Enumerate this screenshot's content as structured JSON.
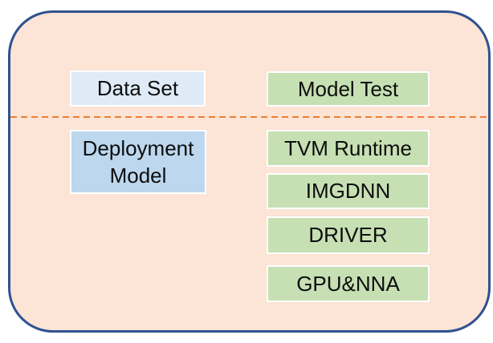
{
  "diagram": {
    "container": {
      "fill": "#fce4d6",
      "border_color": "#2f5190",
      "shape": "rounded-rectangle"
    },
    "divider": {
      "style": "dashed",
      "color": "#ed7d31",
      "orientation": "horizontal"
    },
    "top_row": {
      "data_set": {
        "label": "Data Set",
        "fill": "#deebf7"
      },
      "model_test": {
        "label": "Model Test",
        "fill": "#c6e0b4"
      }
    },
    "bottom_left": {
      "deployment_model": {
        "label": "Deployment Model",
        "fill": "#bdd7ee"
      }
    },
    "right_stack": [
      {
        "label": "TVM Runtime",
        "fill": "#c6e0b4"
      },
      {
        "label": "IMGDNN",
        "fill": "#c6e0b4"
      },
      {
        "label": "DRIVER",
        "fill": "#c6e0b4"
      },
      {
        "label": "GPU&NNA",
        "fill": "#c6e0b4"
      }
    ],
    "text_color": "#0d0d0d"
  }
}
